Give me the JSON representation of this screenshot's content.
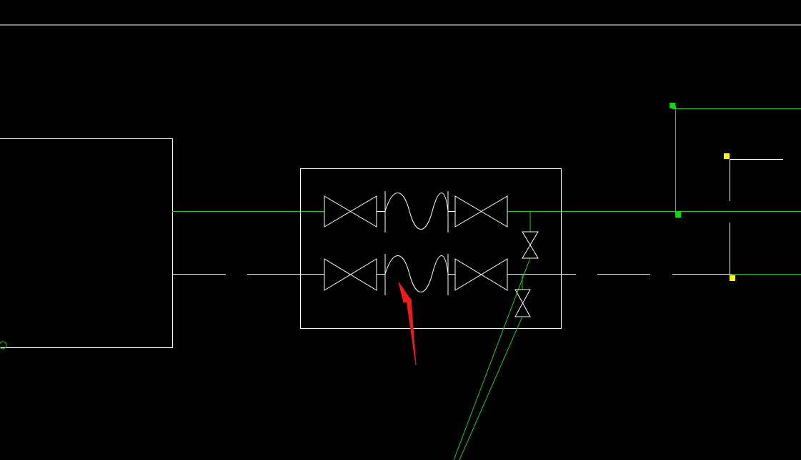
{
  "colors": {
    "background": "#000000",
    "linework": "#ffffff",
    "pipe_lines": "#22cc22",
    "grip_selected": "#00e000",
    "grip_endpoint": "#ffff00",
    "annotation_arrow": "#ee1c1c"
  },
  "drawing": {
    "component_box_symbols": {
      "rows": [
        {
          "name": "upper-row",
          "items": [
            "gate-valve",
            "flexible-hose",
            "gate-valve"
          ]
        },
        {
          "name": "lower-row",
          "items": [
            "gate-valve",
            "flexible-hose",
            "gate-valve"
          ]
        }
      ],
      "drain_valves": 2
    },
    "annotation": "red-pointer-arrow"
  }
}
